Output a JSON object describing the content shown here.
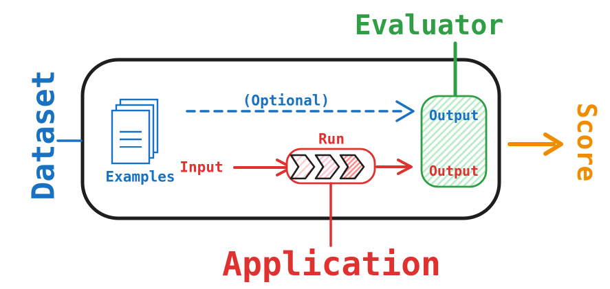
{
  "diagram": {
    "labels": {
      "dataset": "Dataset",
      "evaluator": "Evaluator",
      "score": "Score",
      "application": "Application",
      "examples": "Examples",
      "optional": "(Optional)",
      "input": "Input",
      "run": "Run",
      "output_reference": "Output",
      "output_application": "Output"
    },
    "icons": {
      "examples": "documents-icon",
      "run_steps": "chevron-pipeline-icon"
    },
    "colors": {
      "blue": "#1971c2",
      "red": "#e03131",
      "green": "#2f9e44",
      "orange": "#f08c00",
      "outline": "#1e1e1e",
      "green-fill": "#b7ebc5",
      "red-fill-light": "#ffc9c9",
      "pink-fill": "#fcc2d7",
      "red-fill-strong": "#ff8787"
    }
  }
}
